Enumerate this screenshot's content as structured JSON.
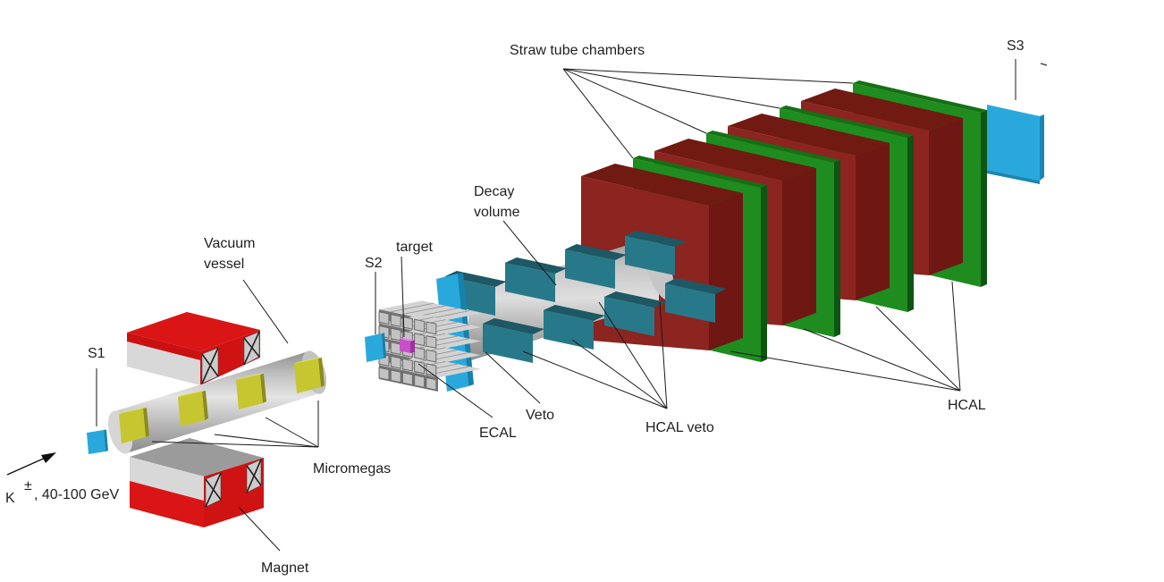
{
  "beam": {
    "particle": "K",
    "charge": "±",
    "energy_text": ", 40-100 GeV"
  },
  "labels": {
    "s1": "S1",
    "s2": "S2",
    "s3": "S3",
    "vacuum_vessel_line1": "Vacuum",
    "vacuum_vessel_line2": "vessel",
    "magnet": "Magnet",
    "micromegas": "Micromegas",
    "target": "target",
    "ecal": "ECAL",
    "veto": "Veto",
    "decay_volume_line1": "Decay",
    "decay_volume_line2": "volume",
    "hcal_veto": "HCAL veto",
    "hcal": "HCAL",
    "straw_chambers": "Straw tube chambers"
  },
  "palette": {
    "magnet_red_top": "#da1515",
    "magnet_red_side": "#c91111",
    "magnet_gray": "#d8d8d8",
    "magnet_gray_dark": "#9b9b9b",
    "hcal_front": "#8c2420",
    "hcal_side": "#6f1713",
    "hcal_top": "#701a12",
    "straw_front": "#1f8c1f",
    "straw_side": "#0d5511",
    "straw_top": "#157015",
    "hcal_veto_front": "#27798a",
    "hcal_veto_top": "#1d5864",
    "hcal_veto_edge": "#3fa9c4",
    "scintillator_cyan": "#29a8dc",
    "scintillator_cyan_dark": "#1781ad",
    "micromegas_yellow": "#c6c630",
    "target_magenta": "#c94fc9",
    "vessel_gray": "#c9c9c9",
    "ecal_gray": "#c3c3c3",
    "line_black": "#1a1a1a"
  }
}
